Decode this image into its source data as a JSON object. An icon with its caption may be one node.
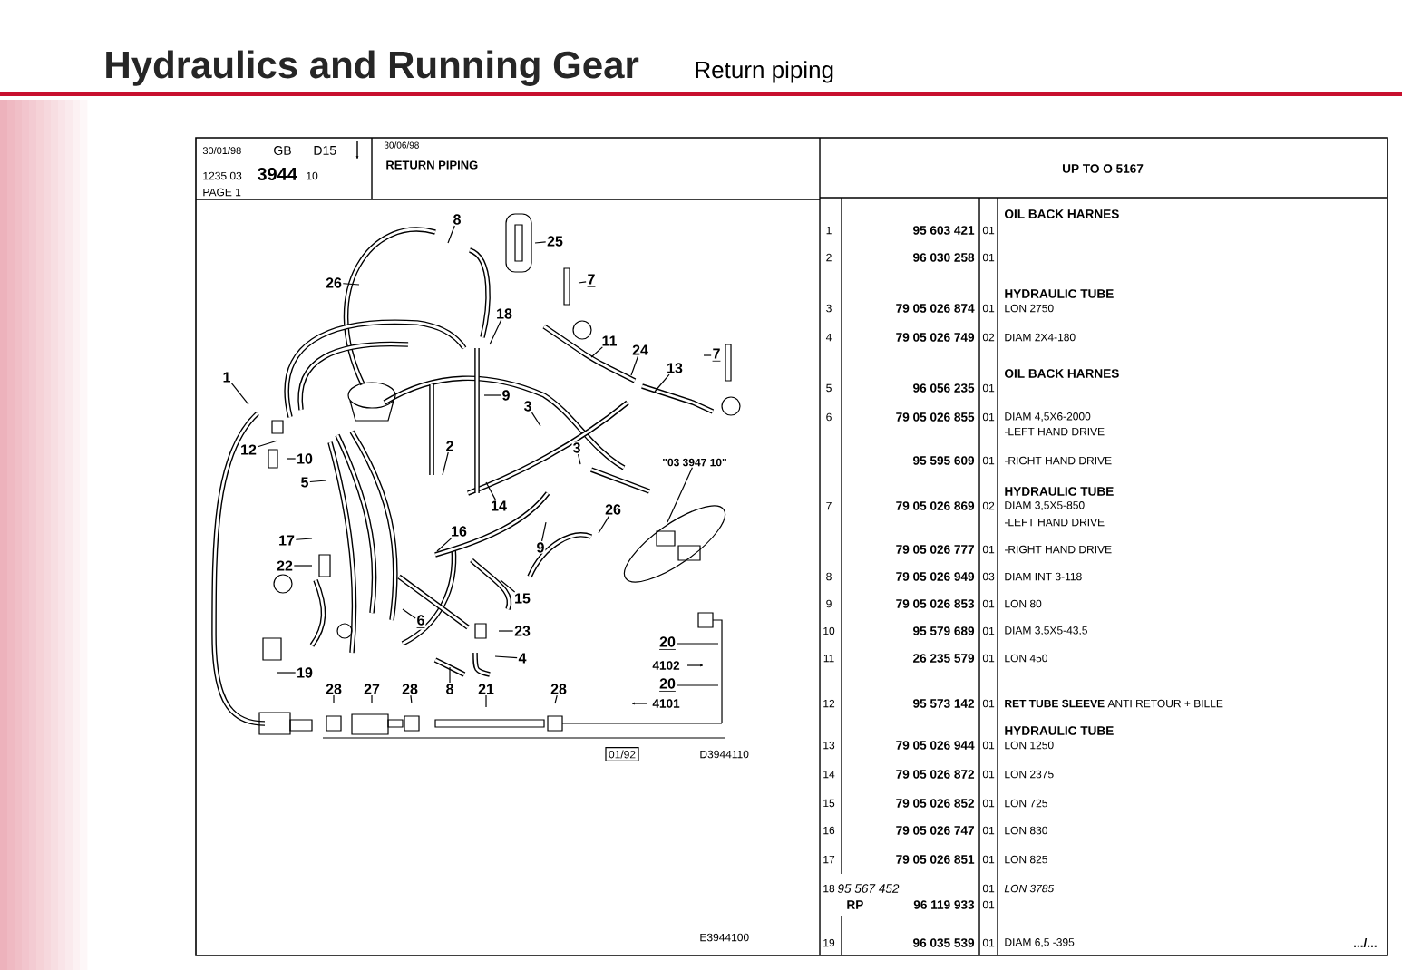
{
  "diagram": {
    "title": "Hydraulics and Running Gear",
    "nodes": [
      {
        "text": [
          "8"
        ]
      },
      {
        "text": [
          "25"
        ]
      },
      {
        "text": [
          "26"
        ]
      },
      {
        "text": [
          "7"
        ]
      },
      {
        "text": [
          "18"
        ]
      },
      {
        "text": [
          "11"
        ]
      },
      {
        "text": [
          "24"
        ]
      },
      {
        "text": [
          "7"
        ]
      },
      {
        "text": [
          "13"
        ]
      },
      {
        "text": [
          "1"
        ]
      },
      {
        "text": [
          "9"
        ]
      },
      {
        "text": [
          "3"
        ]
      },
      {
        "text": [
          "12"
        ]
      },
      {
        "text": [
          "10"
        ]
      },
      {
        "text": [
          "2"
        ]
      },
      {
        "text": [
          "3"
        ]
      },
      {
        "text": [
          "\"03 3947 10\""
        ]
      },
      {
        "text": [
          "5"
        ]
      },
      {
        "text": [
          "14"
        ]
      },
      {
        "text": [
          "26"
        ]
      },
      {
        "text": [
          "16"
        ]
      },
      {
        "text": [
          "17"
        ]
      },
      {
        "text": [
          "9"
        ]
      },
      {
        "text": [
          "22"
        ]
      },
      {
        "text": [
          "15"
        ]
      },
      {
        "text": [
          "6"
        ]
      },
      {
        "text": [
          "23"
        ]
      },
      {
        "text": [
          "20"
        ],
        "beside": [
          "4102"
        ]
      },
      {
        "text": [
          "4"
        ]
      },
      {
        "text": [
          "19"
        ]
      },
      {
        "text": [
          "28"
        ]
      },
      {
        "text": [
          "27"
        ]
      },
      {
        "text": [
          "28"
        ]
      },
      {
        "text": [
          "8"
        ]
      },
      {
        "text": [
          "21"
        ]
      },
      {
        "text": [
          "28"
        ]
      },
      {
        "text": [
          "20"
        ],
        "beside": [
          "4101"
        ]
      }
    ],
    "edges": [
      {
        "from": 0,
        "to": null,
        "arrow": "none"
      },
      {
        "from": 1,
        "to": null,
        "arrow": "none"
      },
      {
        "from": 2,
        "to": null,
        "arrow": "none"
      },
      {
        "from": 3,
        "to": null,
        "arrow": "none"
      },
      {
        "from": 4,
        "to": null,
        "arrow": "none"
      },
      {
        "from": 5,
        "to": null,
        "arrow": "none"
      },
      {
        "from": 6,
        "to": null,
        "arrow": "none"
      },
      {
        "from": 7,
        "to": null,
        "arrow": "none"
      },
      {
        "from": 8,
        "to": null,
        "arrow": "none"
      },
      {
        "from": 9,
        "to": null,
        "arrow": "none"
      },
      {
        "from": 10,
        "to": null,
        "arrow": "none"
      },
      {
        "from": 11,
        "to": null,
        "arrow": "none"
      },
      {
        "from": 12,
        "to": null,
        "arrow": "none"
      },
      {
        "from": 13,
        "to": null,
        "arrow": "none"
      },
      {
        "from": 14,
        "to": null,
        "arrow": "none"
      },
      {
        "from": 15,
        "to": null,
        "arrow": "none"
      },
      {
        "from": 16,
        "to": null,
        "arrow": "none"
      },
      {
        "from": 17,
        "to": null,
        "arrow": "none"
      },
      {
        "from": 18,
        "to": null,
        "arrow": "none"
      },
      {
        "from": 19,
        "to": null,
        "arrow": "none"
      },
      {
        "from": 20,
        "to": null,
        "arrow": "none"
      },
      {
        "from": 21,
        "to": null,
        "arrow": "none"
      },
      {
        "from": 22,
        "to": null,
        "arrow": "none"
      },
      {
        "from": 23,
        "to": null,
        "arrow": "none"
      },
      {
        "from": 24,
        "to": null,
        "arrow": "none"
      },
      {
        "from": 25,
        "to": null,
        "arrow": "none"
      },
      {
        "from": 26,
        "to": null,
        "arrow": "none"
      },
      {
        "from": 27,
        "to": null,
        "arrow": "none"
      },
      {
        "from": 28,
        "to": null,
        "arrow": "none"
      },
      {
        "from": 29,
        "to": null,
        "arrow": "none"
      },
      {
        "from": 30,
        "to": null,
        "arrow": "none"
      },
      {
        "from": 31,
        "to": null,
        "arrow": "none"
      },
      {
        "from": 32,
        "to": null,
        "arrow": "none"
      },
      {
        "from": 33,
        "to": null,
        "arrow": "none"
      },
      {
        "from": 34,
        "to": null,
        "arrow": "none"
      },
      {
        "from": 35,
        "to": null,
        "arrow": "none"
      },
      {
        "from": 36,
        "to": null,
        "arrow": "none"
      }
    ],
    "labels": [
      "Return piping",
      "30/01/98",
      "GB",
      "D15",
      "1235 03",
      "3944",
      "10",
      "PAGE 1",
      "30/06/98",
      "RETURN PIPING",
      "UP TO O 5167",
      "OIL BACK HARNES",
      "1",
      "95 603 421",
      "01",
      "2",
      "96 030 258",
      "01",
      "HYDRAULIC TUBE",
      "3",
      "79 05 026 874",
      "01",
      "LON 2750",
      "4",
      "79 05 026 749",
      "02",
      "DIAM 2X4-180",
      "OIL BACK HARNES",
      "5",
      "96 056 235",
      "01",
      "6",
      "79 05 026 855",
      "01",
      "DIAM 4,5X6-2000",
      "-LEFT HAND DRIVE",
      "95 595 609",
      "01",
      "-RIGHT HAND DRIVE",
      "HYDRAULIC TUBE",
      "7",
      "79 05 026 869",
      "02",
      "DIAM 3,5X5-850",
      "-LEFT HAND DRIVE",
      "79 05 026 777",
      "01",
      "-RIGHT HAND DRIVE",
      "8",
      "79 05 026 949",
      "03",
      "DIAM INT 3-118",
      "9",
      "79 05 026 853",
      "01",
      "LON 80",
      "10",
      "95 579 689",
      "01",
      "DIAM 3,5X5-43,5",
      "11",
      "26 235 579",
      "01",
      "LON 450",
      "12",
      "95 573 142",
      "01",
      "**RET TUBE SLEEVE** ANTI RETOUR + BILLE",
      "HYDRAULIC TUBE",
      "13",
      "79 05 026 944",
      "01",
      "LON 1250",
      "14",
      "79 05 026 872",
      "01",
      "LON 2375",
      "15",
      "79 05 026 852",
      "01",
      "LON 725",
      "16",
      "79 05 026 747",
      "01",
      "LON 830",
      "17",
      "79 05 026 851",
      "01",
      "LON 825",
      "18",
      "95 567 452",
      "01",
      "LON 3785",
      "RP",
      "96 119 933",
      "01",
      "19",
      "96 035 539",
      "01",
      "DIAM 6,5 -395",
      ".../...",
      "01/92",
      "D3944110",
      "E3944100"
    ]
  }
}
